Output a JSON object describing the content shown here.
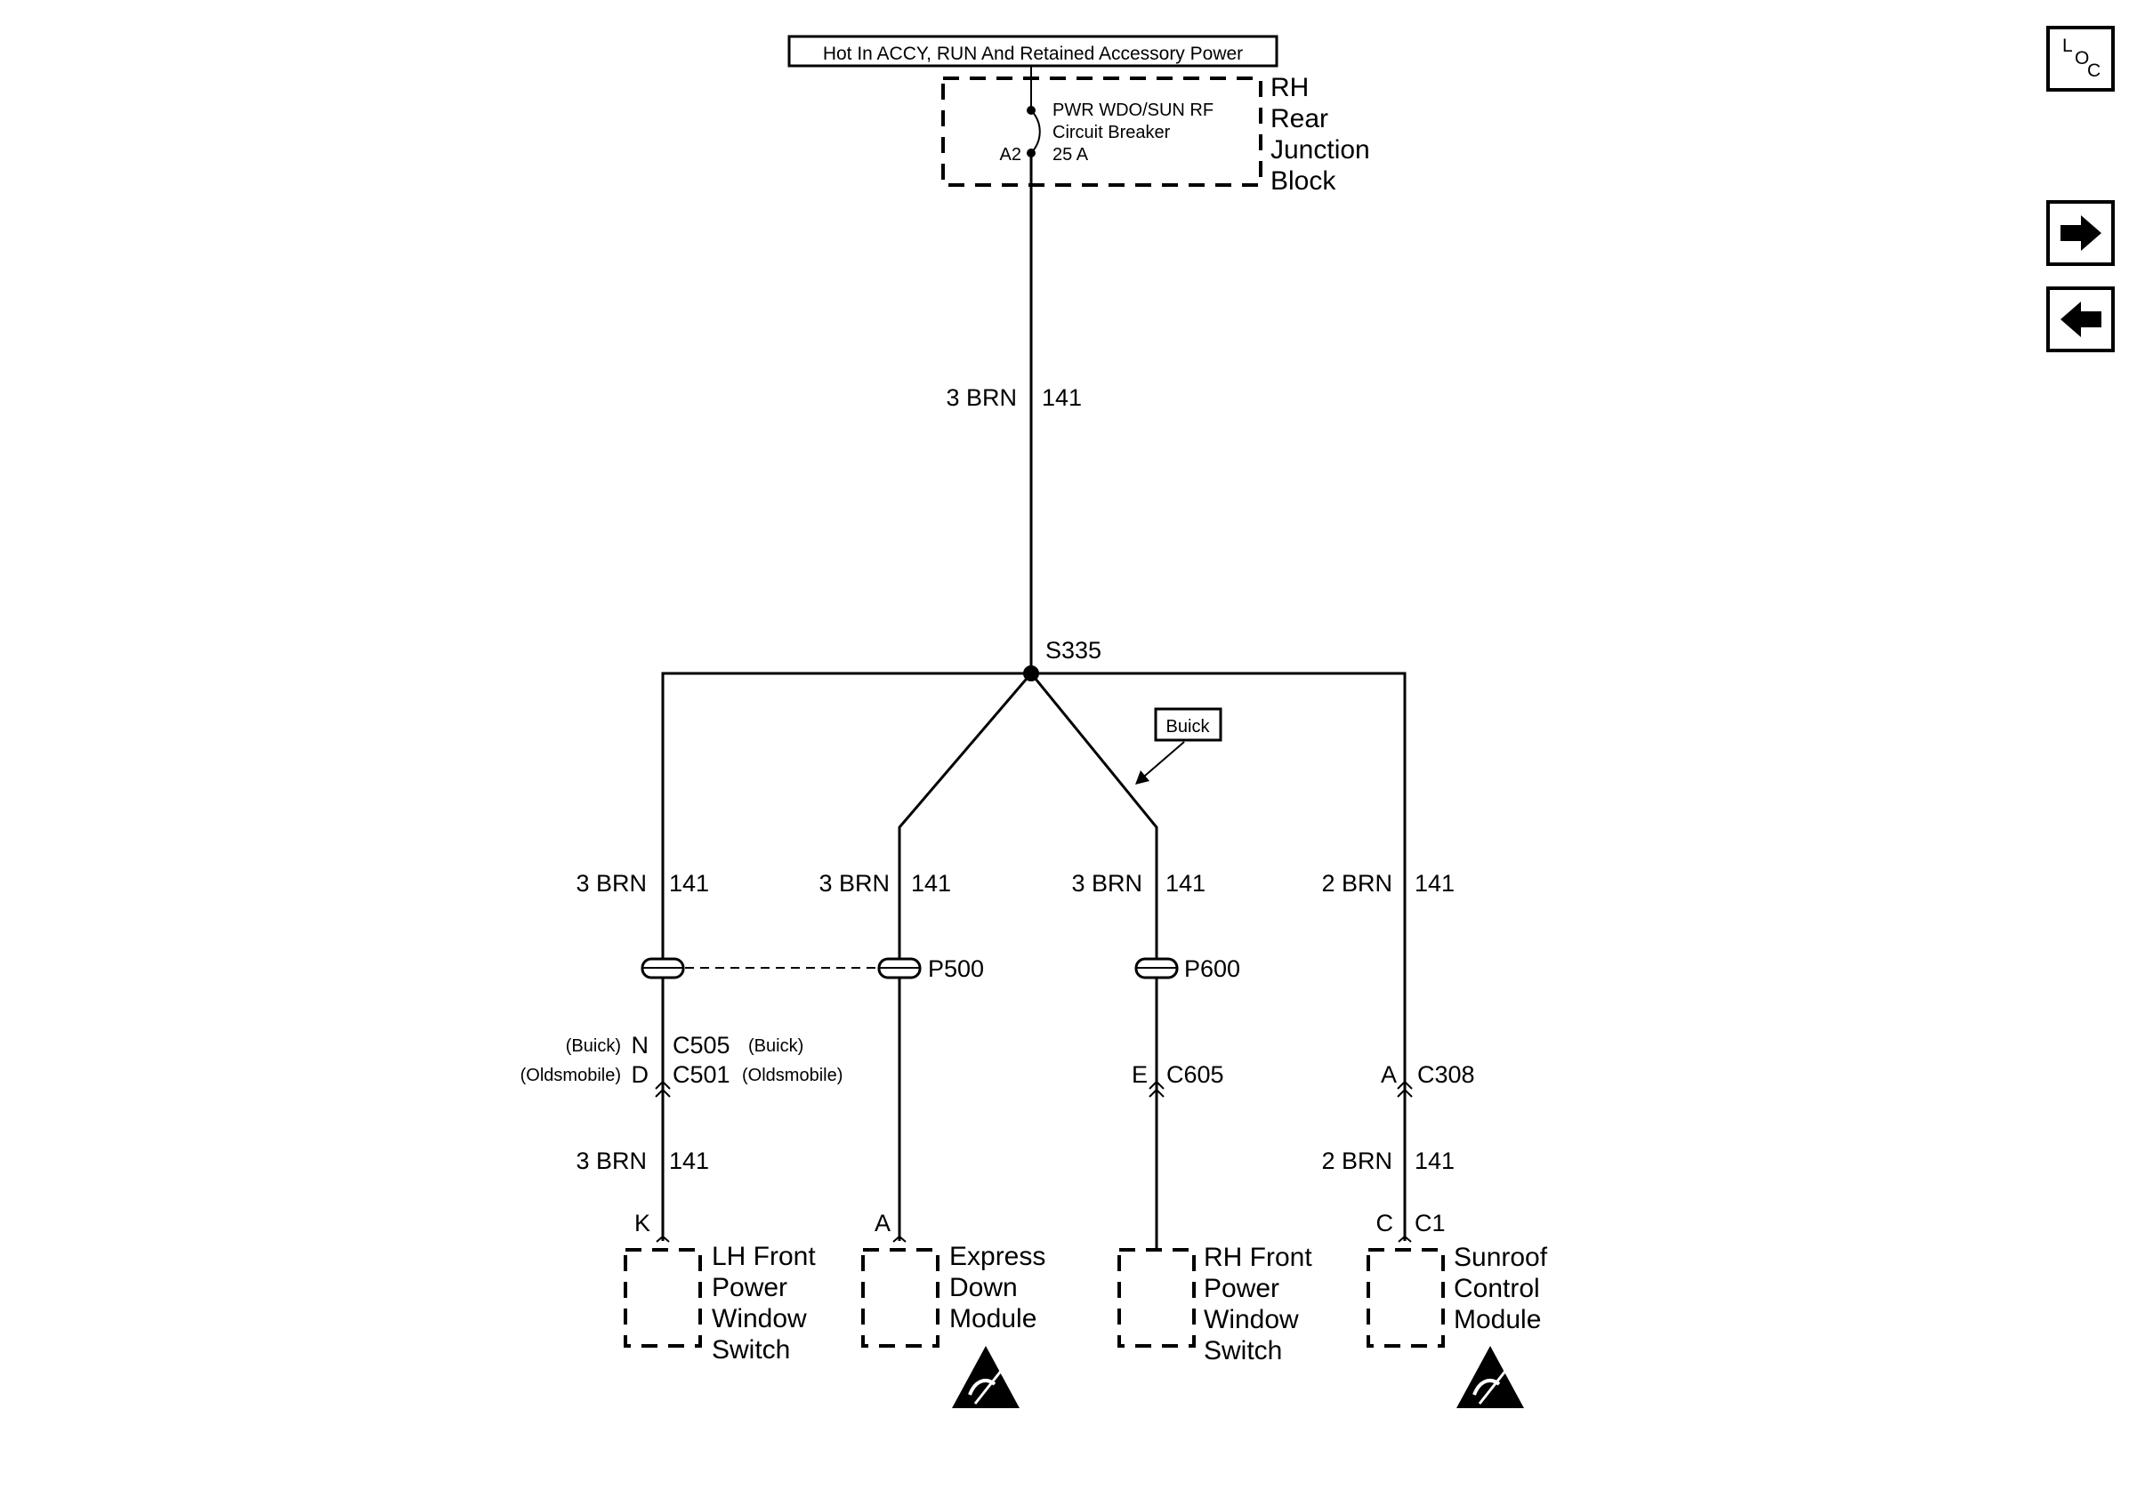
{
  "power_source": "Hot In ACCY,  RUN And Retained Accessory Power",
  "junction_block": {
    "name_lines": [
      "RH",
      "Rear",
      "Junction",
      "Block"
    ],
    "breaker_lines": [
      "PWR WDO/SUN RF",
      "Circuit Breaker",
      "25 A"
    ],
    "terminal": "A2"
  },
  "main_wire": {
    "gauge_color": "3 BRN",
    "circuit": "141"
  },
  "splice": "S335",
  "buick_note": "Buick",
  "branches": {
    "lh": {
      "gauge_color": "3 BRN",
      "circuit": "141"
    },
    "express": {
      "gauge_color": "3 BRN",
      "circuit": "141"
    },
    "rh": {
      "gauge_color": "3 BRN",
      "circuit": "141"
    },
    "sunroof": {
      "gauge_color": "2 BRN",
      "circuit": "141"
    }
  },
  "pass_throughs": {
    "p500": "P500",
    "p600": "P600"
  },
  "connectors": {
    "lh_buick_note": "(Buick)",
    "lh_buick_pin": "N",
    "lh_buick_conn": "C505",
    "lh_buick_tag": "(Buick)",
    "lh_olds_note": "(Oldsmobile)",
    "lh_olds_pin": "D",
    "lh_olds_conn": "C501",
    "lh_olds_tag": "(Oldsmobile)",
    "rh_pin": "E",
    "rh_conn": "C605",
    "sunroof_pin": "A",
    "sunroof_conn": "C308"
  },
  "lower_wires": {
    "lh": {
      "gauge_color": "3 BRN",
      "circuit": "141"
    },
    "sunroof": {
      "gauge_color": "2 BRN",
      "circuit": "141"
    }
  },
  "components": {
    "lh": {
      "pin": "K",
      "lines": [
        "LH Front",
        "Power",
        "Window",
        "Switch"
      ]
    },
    "express": {
      "pin": "A",
      "lines": [
        "Express",
        "Down",
        "Module"
      ]
    },
    "rh": {
      "lines": [
        "RH Front",
        "Power",
        "Window",
        "Switch"
      ]
    },
    "sunroof": {
      "pin": "C",
      "conn": "C1",
      "lines": [
        "Sunroof",
        "Control",
        "Module"
      ]
    }
  },
  "nav": {
    "loc_l": "L",
    "loc_o": "O",
    "loc_c": "C",
    "next_icon": "arrow-right-icon",
    "prev_icon": "arrow-left-icon"
  }
}
